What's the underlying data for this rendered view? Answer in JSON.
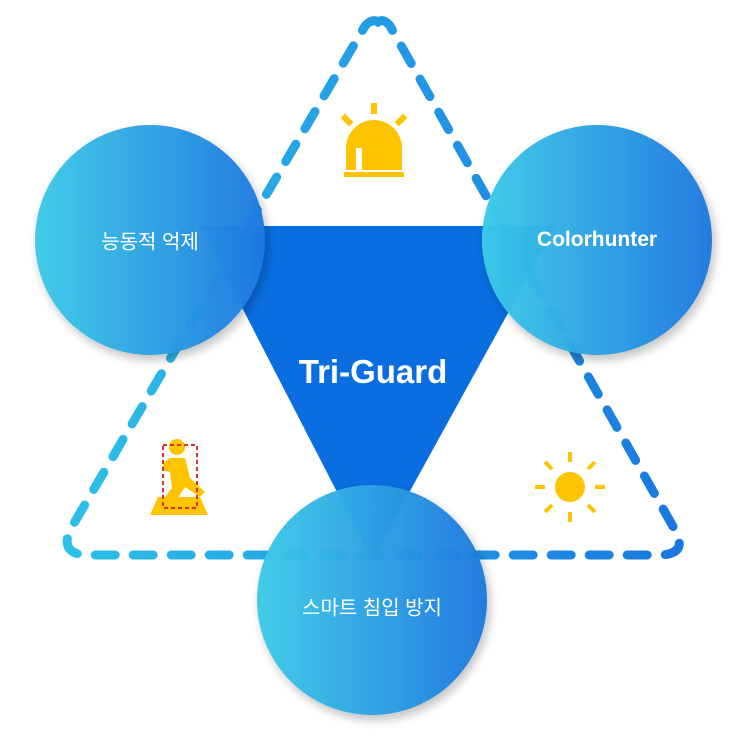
{
  "title": "Tri-Guard",
  "circles": [
    {
      "label": "능동적 억제"
    },
    {
      "label": "Colorhunter"
    },
    {
      "label": "스마트 침입 방지"
    }
  ],
  "icons": [
    "siren-icon",
    "running-person-icon",
    "sun-icon"
  ],
  "colors": {
    "center": "#0a6ee0",
    "dash": "#1a8fe0",
    "icon": "#ffc400",
    "circle_from": "#3ccbe8",
    "circle_to": "#1e78e0"
  }
}
